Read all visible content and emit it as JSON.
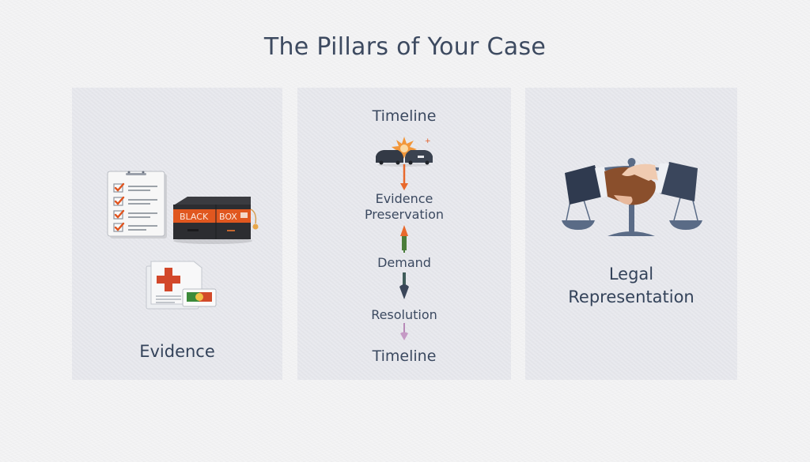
{
  "title": "The Pillars of Your Case",
  "pillars": [
    {
      "id": "evidence",
      "label": "Evidence",
      "icons": [
        "checklist-clipboard-icon",
        "black-box-icon",
        "medical-record-icon"
      ],
      "black_box": {
        "text_left": "BLACK",
        "text_right": "BOX"
      }
    },
    {
      "id": "timeline",
      "header": "Timeline",
      "steps": [
        {
          "label": "Evidence Preservation",
          "line1": "Evidence",
          "line2": "Preservation",
          "arrow_color": "#e8692c"
        },
        {
          "label": "Demand",
          "arrow_color": "#4a7d3a"
        },
        {
          "label": "Resolution",
          "arrow_color": "#3a4659"
        },
        {
          "label": "Timeline",
          "arrow_color": "#b88ab8"
        }
      ],
      "icons": [
        "car-collision-icon"
      ]
    },
    {
      "id": "legal",
      "label": "Legal Representation",
      "line1": "Legal",
      "line2": "Representation",
      "icons": [
        "handshake-scales-icon"
      ]
    }
  ],
  "colors": {
    "text": "#34435a",
    "card_bg": "#e6e7ec",
    "page_bg": "#f4f4f5",
    "accent_orange": "#e05a24"
  }
}
